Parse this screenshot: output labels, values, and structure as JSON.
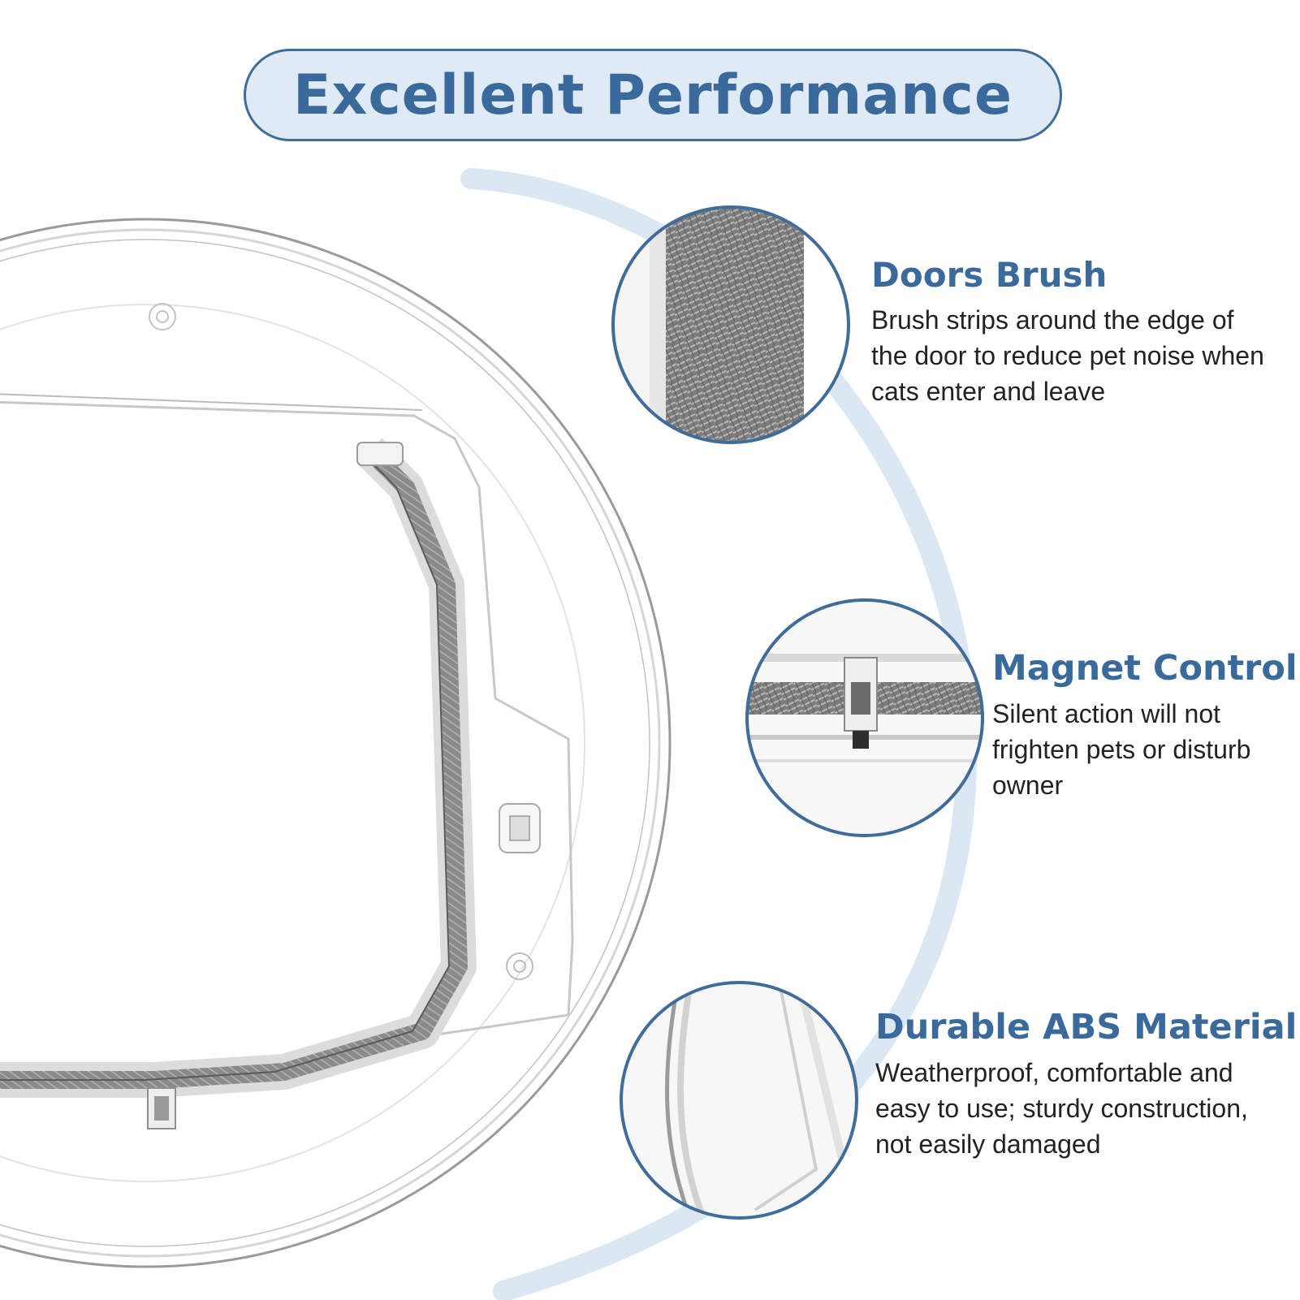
{
  "header": {
    "title": "Excellent Performance"
  },
  "features": [
    {
      "title": "Doors Brush",
      "description": "Brush strips around the edge of the door to reduce pet noise when cats enter and leave",
      "thumbnail": "brush-strip-closeup"
    },
    {
      "title": "Magnet Control",
      "description": "Silent action will not frighten pets or disturb owner",
      "thumbnail": "magnet-latch-closeup"
    },
    {
      "title": "Durable ABS Material",
      "description": "Weatherproof, comfortable and easy to use; sturdy construction, not easily damaged",
      "thumbnail": "abs-frame-closeup"
    }
  ],
  "colors": {
    "accent": "#3a6a9c",
    "pill_fill": "#dfeaf5",
    "arc": "#dbe7f3",
    "body_text": "#222222"
  }
}
